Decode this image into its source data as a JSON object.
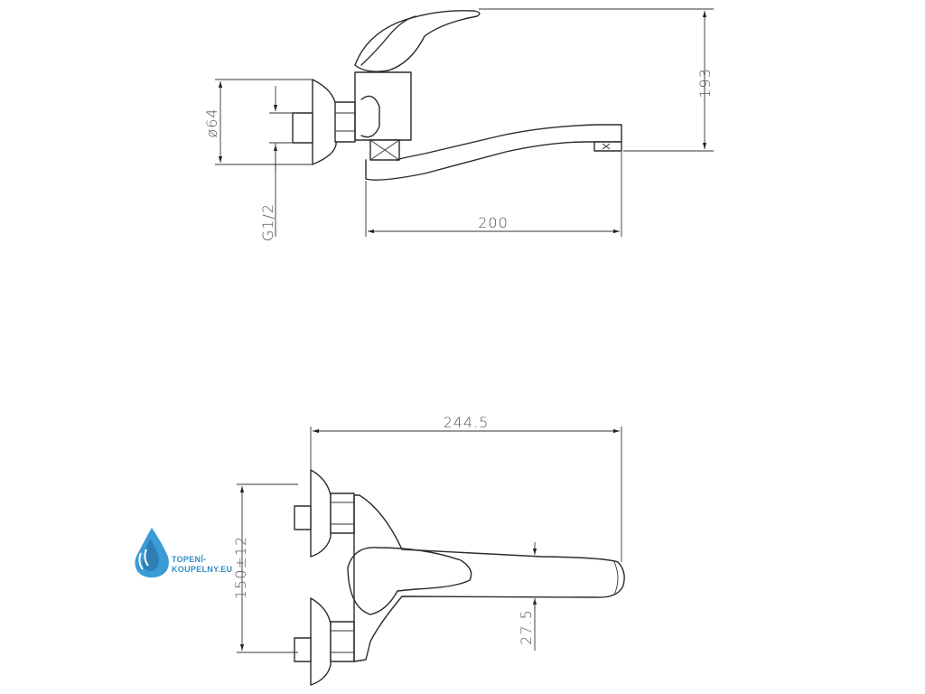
{
  "top_view": {
    "dim_height": "193",
    "dim_diameter": "ø64",
    "dim_thread": "G1/2",
    "dim_reach": "200"
  },
  "bottom_view": {
    "dim_width": "244.5",
    "dim_centers": "150±12",
    "dim_offset": "27.5"
  },
  "logo": {
    "line1": "TOPENÍ-",
    "line2": "KOUPELNY.EU",
    "color": "#2f8fc8"
  }
}
